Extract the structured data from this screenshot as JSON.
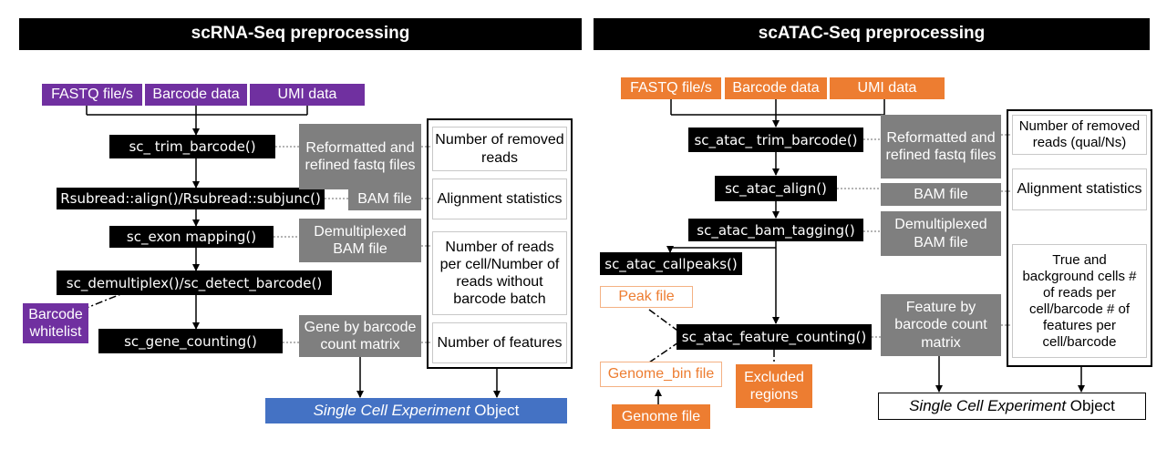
{
  "left": {
    "header": "scRNA-Seq preprocessing",
    "inputs": [
      "FASTQ file/s",
      "Barcode data",
      "UMI data"
    ],
    "functions": {
      "trim": "sc_ trim_barcode()",
      "align": "Rsubread::align()/Rsubread::subjunc()",
      "exon": "sc_exon mapping()",
      "demux": "sc_demultiplex()/sc_detect_barcode()",
      "gene": "sc_gene_counting()"
    },
    "outputs": {
      "trim": "Reformatted and refined fastq files",
      "align": "BAM file",
      "exon": "Demultiplexed BAM file",
      "gene": "Gene by barcode count matrix"
    },
    "whitelist": "Barcode whitelist",
    "stats": {
      "trim": "Number of removed reads",
      "align": "Alignment statistics",
      "exon": "Number of reads per cell/Number of reads without barcode batch",
      "gene": "Number of features"
    },
    "object": {
      "italic": "Single Cell Experiment",
      "rest": " Object"
    }
  },
  "right": {
    "header": "scATAC-Seq preprocessing",
    "inputs": [
      "FASTQ file/s",
      "Barcode data",
      "UMI data"
    ],
    "functions": {
      "trim": "sc_atac_ trim_barcode()",
      "align": "sc_atac_align()",
      "tag": "sc_atac_bam_tagging()",
      "peaks": "sc_atac_callpeaks()",
      "feature": "sc_atac_feature_counting()"
    },
    "outputs": {
      "trim": "Reformatted and refined fastq files",
      "align": "BAM file",
      "tag": "Demultiplexed BAM file",
      "feature": "Feature by barcode count matrix"
    },
    "peak_file": "Peak file",
    "genome_bin": "Genome_bin file",
    "genome_file": "Genome file",
    "excluded": "Excluded regions",
    "stats": {
      "trim": "Number of removed reads (qual/Ns)",
      "align": "Alignment statistics",
      "feature": "True and background cells # of reads per cell/barcode # of features per cell/barcode"
    },
    "object": {
      "italic": "Single Cell Experiment",
      "rest": " Object"
    }
  }
}
